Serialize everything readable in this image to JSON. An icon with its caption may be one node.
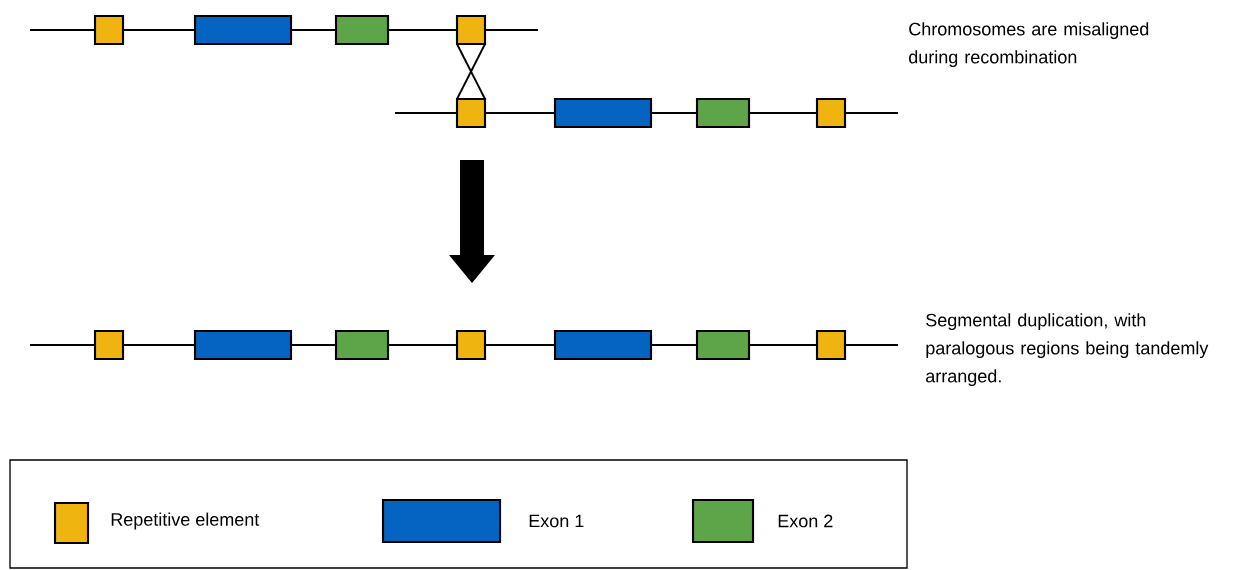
{
  "diagram": {
    "labels": [
      "Chromosomes are misaligned during recombination",
      "Segmental duplication, with paralogous regions being tandemly arranged."
    ],
    "legend": [
      {
        "text": "Repetitive element",
        "color": "#f0b411"
      },
      {
        "text": "Exon 1",
        "color": "#0563c1"
      },
      {
        "text": "Exon 2",
        "color": "#5ea54a"
      }
    ]
  }
}
